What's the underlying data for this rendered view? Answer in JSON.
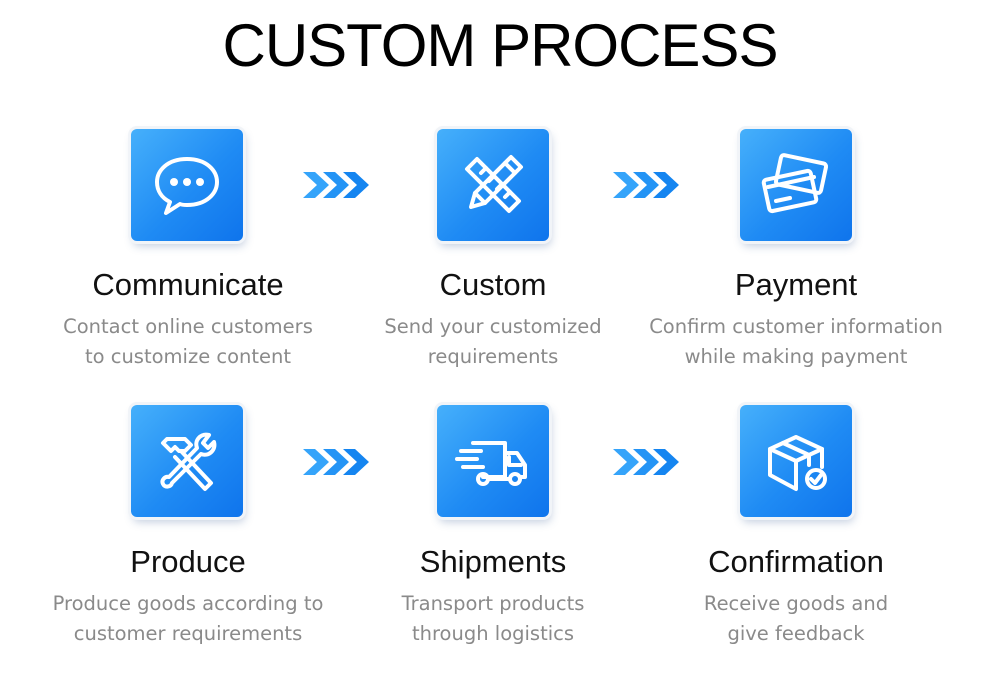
{
  "title": "CUSTOM PROCESS",
  "colors": {
    "tile_light": "#46b0fb",
    "tile_dark": "#0f74ec",
    "arrow": "#1e90ff",
    "desc_text": "#8a8a8a"
  },
  "steps": [
    {
      "icon": "chat-bubble-icon",
      "name": "Communicate",
      "desc_line1": "Contact online customers",
      "desc_line2": "to customize content"
    },
    {
      "icon": "pencil-ruler-icon",
      "name": "Custom",
      "desc_line1": "Send your customized",
      "desc_line2": "requirements"
    },
    {
      "icon": "credit-cards-icon",
      "name": "Payment",
      "desc_line1": "Confirm customer information",
      "desc_line2": "while making payment"
    },
    {
      "icon": "hammer-wrench-icon",
      "name": "Produce",
      "desc_line1": "Produce goods according to",
      "desc_line2": "customer requirements"
    },
    {
      "icon": "delivery-truck-icon",
      "name": "Shipments",
      "desc_line1": "Transport products",
      "desc_line2": "through logistics"
    },
    {
      "icon": "package-check-icon",
      "name": "Confirmation",
      "desc_line1": "Receive goods and",
      "desc_line2": "give feedback"
    }
  ]
}
